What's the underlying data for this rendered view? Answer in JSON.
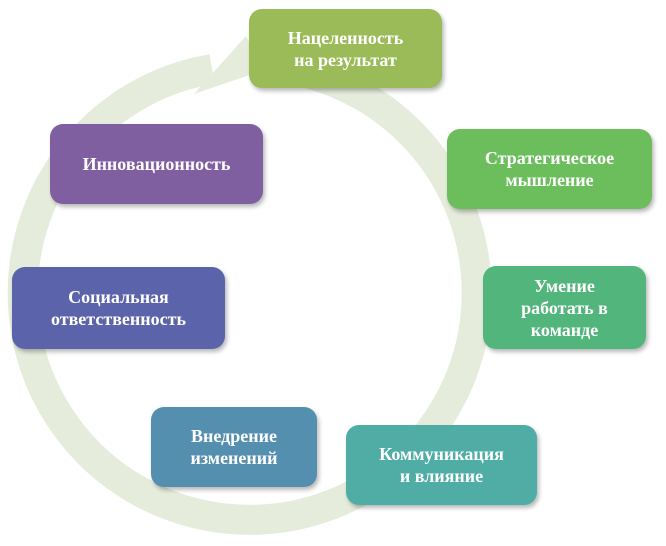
{
  "diagram": {
    "ring_color": "#e5ecdc",
    "nodes": [
      {
        "id": "results",
        "label": "Нацеленность\nна результат",
        "color": "#9bbb59"
      },
      {
        "id": "strategic",
        "label": "Стратегическое\nмышление",
        "color": "#6cbe5d"
      },
      {
        "id": "teamwork",
        "label": "Умение\nработать в\nкоманде",
        "color": "#52b57c"
      },
      {
        "id": "communic",
        "label": "Коммуникация\nи влияние",
        "color": "#4fada5"
      },
      {
        "id": "change",
        "label": "Внедрение\nизменений",
        "color": "#558fb0"
      },
      {
        "id": "social",
        "label": "Социальная\nответственность",
        "color": "#5b63aa"
      },
      {
        "id": "innovation",
        "label": "Инновационность",
        "color": "#7f5fa0"
      }
    ]
  }
}
